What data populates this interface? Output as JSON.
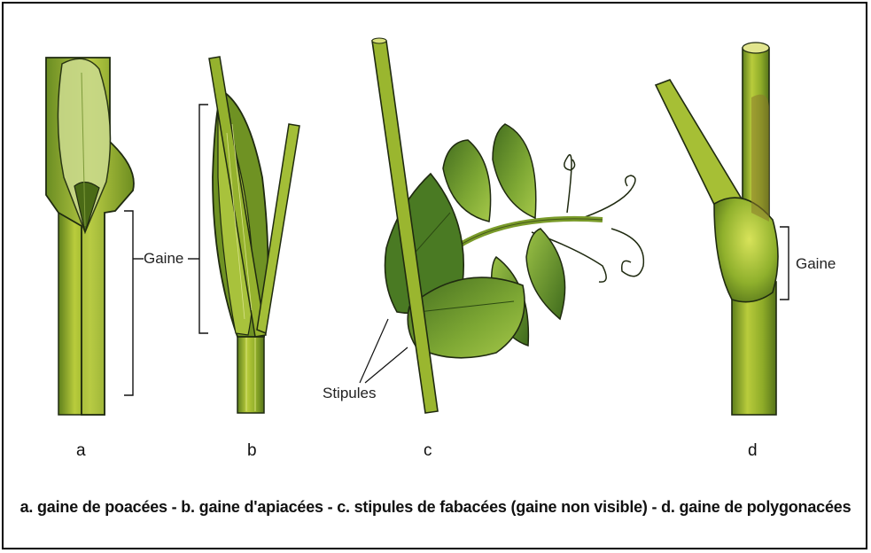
{
  "labels": {
    "gaine_left": "Gaine",
    "gaine_right": "Gaine",
    "stipules": "Stipules"
  },
  "letters": {
    "a": "a",
    "b": "b",
    "c": "c",
    "d": "d"
  },
  "caption": "a.   gaine de poacées - b. gaine d'apiacées - c. stipules de fabacées (gaine non visible) - d. gaine de polygonacées",
  "colors": {
    "stem_light": "#b7c93a",
    "stem_mid": "#8fae2a",
    "stem_dark": "#5b7a1a",
    "leaf_dark": "#4f7a24",
    "leaf_light": "#9cc246",
    "outline": "#1f2a10"
  }
}
